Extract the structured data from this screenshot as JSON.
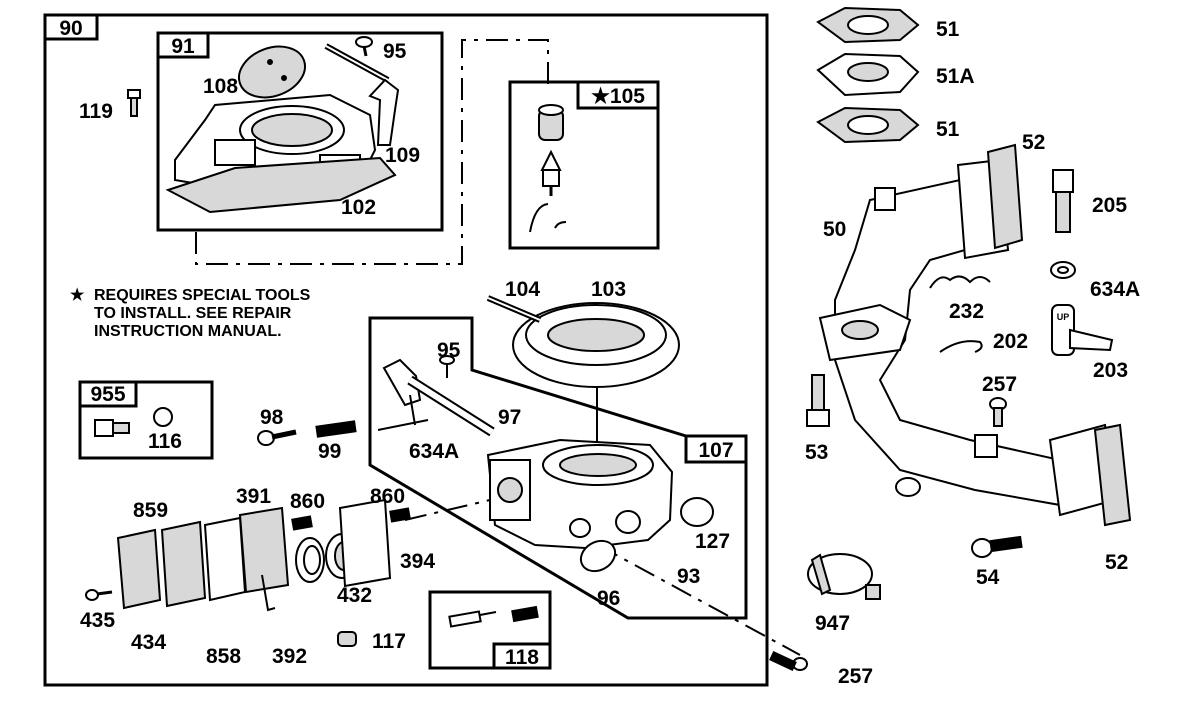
{
  "diagram": {
    "note": {
      "star": "★",
      "lines": [
        "REQUIRES SPECIAL TOOLS",
        "TO INSTALL.  SEE REPAIR",
        "INSTRUCTION MANUAL."
      ]
    },
    "boxed_labels": {
      "p90": "90",
      "p91": "91",
      "p105": "★105",
      "p955": "955",
      "p107": "107",
      "p118": "118"
    },
    "labels": {
      "p95a": "95",
      "p108": "108",
      "p119": "119",
      "p109": "109",
      "p102": "102",
      "p104": "104",
      "p103": "103",
      "p95b": "95",
      "p97": "97",
      "p98": "98",
      "p99": "99",
      "p634a_left": "634A",
      "p116": "116",
      "p391": "391",
      "p860a": "860",
      "p860b": "860",
      "p859": "859",
      "p127": "127",
      "p93": "93",
      "p394": "394",
      "p432": "432",
      "p96": "96",
      "p435": "435",
      "p434": "434",
      "p858": "858",
      "p392": "392",
      "p117": "117",
      "p257_bottom": "257",
      "p51_top": "51",
      "p51a": "51A",
      "p51_bottom": "51",
      "p52_top": "52",
      "p205": "205",
      "p50": "50",
      "p634a_right": "634A",
      "p232": "232",
      "p202": "202",
      "p203": "203",
      "p257_right": "257",
      "p53": "53",
      "p54": "54",
      "p52_bottom": "52",
      "p947": "947"
    },
    "stamped_text": {
      "up_mark": "UP"
    }
  }
}
